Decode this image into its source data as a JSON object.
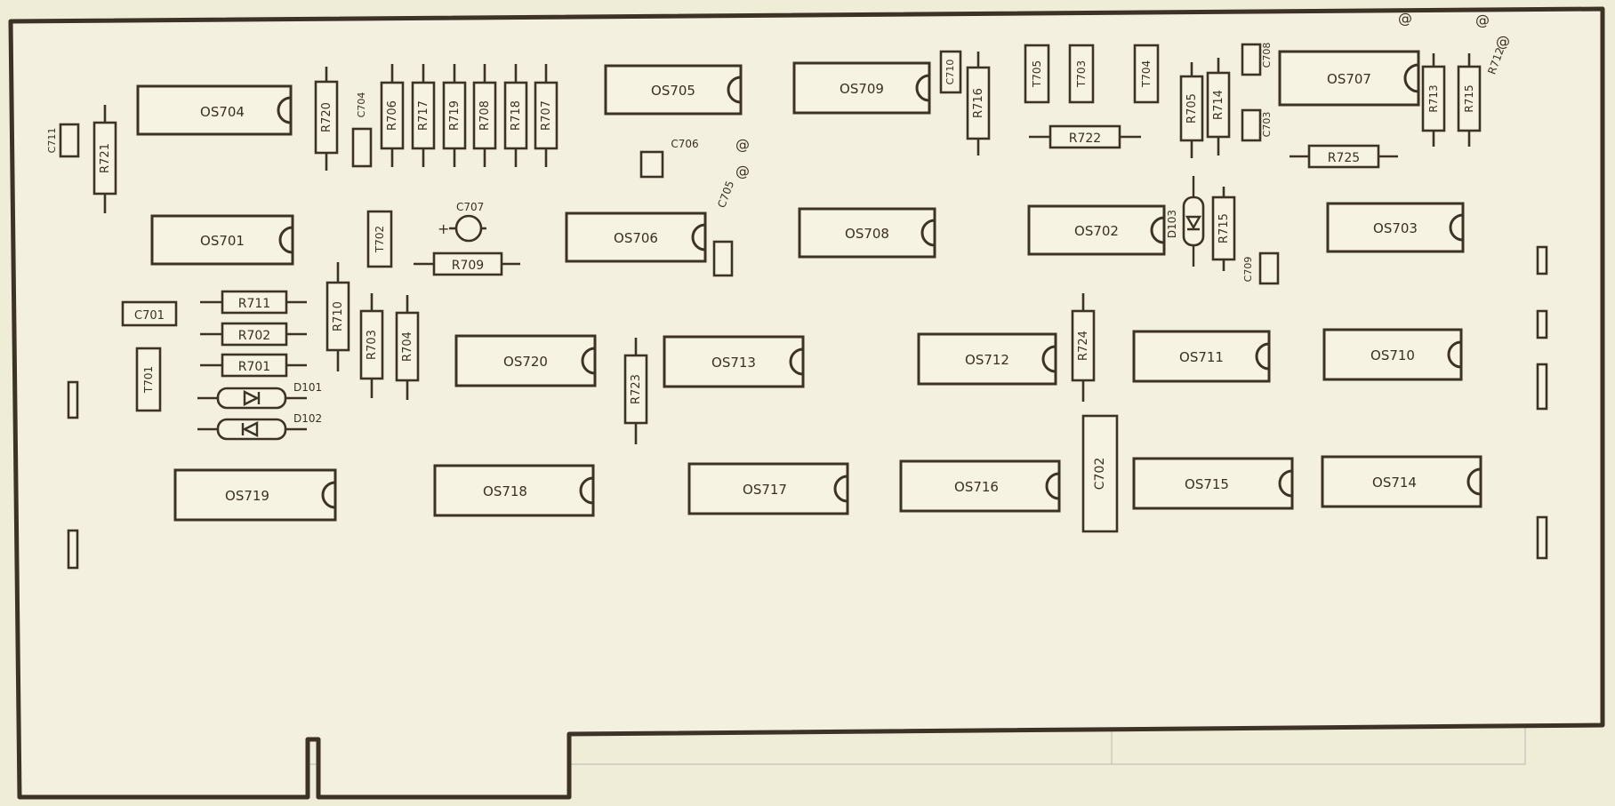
{
  "board": {
    "ics": [
      "OS704",
      "OS705",
      "OS709",
      "OS707",
      "OS701",
      "OS706",
      "OS708",
      "OS702",
      "OS703",
      "OS720",
      "OS713",
      "OS712",
      "OS711",
      "OS710",
      "OS719",
      "OS718",
      "OS717",
      "OS716",
      "OS715",
      "OS714"
    ],
    "resistors": [
      "R720",
      "R706",
      "R717",
      "R719",
      "R708",
      "R718",
      "R707",
      "R721",
      "R716",
      "R722",
      "R705",
      "R714",
      "R713",
      "R715",
      "R712",
      "R725",
      "R709",
      "R710",
      "R711",
      "R702",
      "R701",
      "R703",
      "R704",
      "R723",
      "R724",
      "R715"
    ],
    "capacitors": [
      "C711",
      "C704",
      "C710",
      "C708",
      "C703",
      "C706",
      "C705",
      "C707",
      "C709",
      "C701",
      "C702"
    ],
    "transistors": [
      "T705",
      "T703",
      "T704",
      "T702",
      "T701"
    ],
    "diodes": [
      "D101",
      "D102",
      "D103"
    ],
    "marks": [
      "@",
      "@",
      "@",
      "@",
      "@"
    ],
    "plus": "+"
  }
}
